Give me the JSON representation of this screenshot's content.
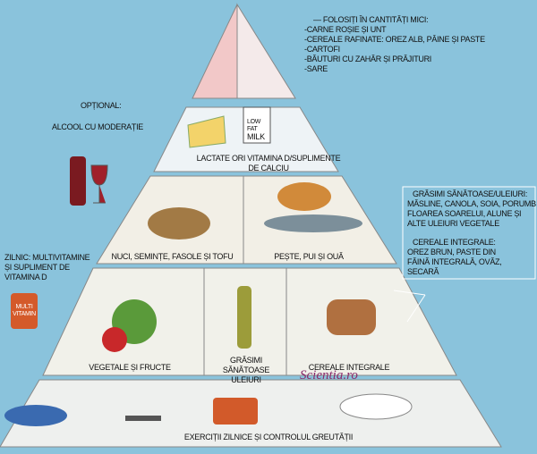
{
  "top_note": {
    "heading": "— Folosiți în cantități mici:",
    "items": [
      "-Carne roșie și unt",
      "-Cereale rafinate: orez alb, pâine și paste",
      "-Cartofi",
      "-Băuturi cu zahăr și prăjituri",
      "-Sare"
    ]
  },
  "optional": {
    "heading": "Opțional:",
    "text": "Alcool cu moderație"
  },
  "dairy": "Lactate ori vitamina D/suplimente de calciu",
  "milk_carton": [
    "Low fat",
    "Milk"
  ],
  "nuts": "Nuci, semințe, fasole și tofu",
  "fish": "Pește, pui și ouă",
  "supplement": "Zilnic: multivitamine și supliment de vitamina D",
  "bottle_label": "Multi vitamin",
  "veg": "Vegetale și fructe",
  "oils": "Grăsimi sănătoase uleiuri",
  "grains": "Cereale integrale",
  "info_box": {
    "fats_heading": "Grăsimi sănătoase/uleiuri:",
    "fats_text": "Măsline, canola, soia, porumb floarea soarelui, alune și alte uleiuri vegetale",
    "grains_heading": "Cereale integrale:",
    "grains_text": "Orez brun, paste din făină integrală, ovăz, secară"
  },
  "watermark": "Scientia.ro",
  "exercise": "Exerciții zilnice și controlul greutății",
  "colors": {
    "background": "#8ac3dc",
    "pyramid_light": "#eef3f6",
    "top_pink": "#f2c8c8"
  }
}
